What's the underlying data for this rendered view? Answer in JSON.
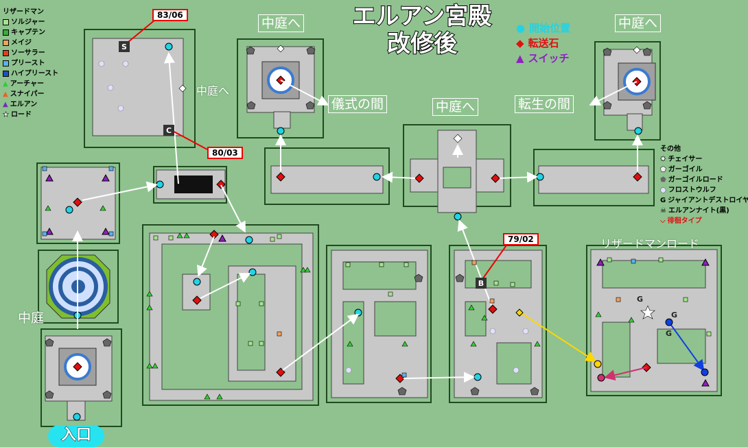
{
  "title": {
    "line1": "エルアン宮殿",
    "line2": "改修後"
  },
  "legend_main": [
    {
      "label": "リザードマン",
      "shape": "none",
      "color": ""
    },
    {
      "label": "ソルジャー",
      "shape": "square",
      "color": "#a6e38f"
    },
    {
      "label": "キャプテン",
      "shape": "square",
      "color": "#3faa3f"
    },
    {
      "label": "メイジ",
      "shape": "square",
      "color": "#f0a060"
    },
    {
      "label": "ソーサラー",
      "shape": "square",
      "color": "#e04020"
    },
    {
      "label": "プリースト",
      "shape": "square",
      "color": "#5ab0f0"
    },
    {
      "label": "ハイプリースト",
      "shape": "square",
      "color": "#2050c0"
    },
    {
      "label": "アーチャー",
      "shape": "triangle",
      "color": "#33cc33"
    },
    {
      "label": "スナイパー",
      "shape": "triangle",
      "color": "#f06020"
    },
    {
      "label": "エルアン",
      "shape": "triangle",
      "color": "#7030b0"
    },
    {
      "label": "ロード",
      "shape": "star",
      "color": "#ffffff"
    }
  ],
  "legend_other": {
    "heading": "その他",
    "items": [
      {
        "label": "チェイサー",
        "icon": "burst"
      },
      {
        "label": "ガーゴイル",
        "icon": "pentagon-light"
      },
      {
        "label": "ガーゴイルロード",
        "icon": "pentagon-dark"
      },
      {
        "label": "フロストウルフ",
        "icon": "circle-light"
      },
      {
        "label": "ジャイアントデストロイヤー",
        "icon": "G"
      },
      {
        "label": "エルアンナイト(黒)",
        "icon": "skull"
      },
      {
        "label": "徘徊タイプ",
        "icon": "wander"
      }
    ]
  },
  "key": [
    {
      "label": "開始位置",
      "color": "#22d3e6"
    },
    {
      "label": "転送石",
      "color": "#e01010"
    },
    {
      "label": "スイッチ",
      "color": "#9020c0"
    }
  ],
  "room_labels": {
    "chutei_he_1": "中庭へ",
    "chutei_he_2": "中庭へ",
    "chutei_he_3": "中庭へ",
    "chutei_he_4": "中庭へ",
    "gishiki": "儀式の間",
    "tensei": "転生の間",
    "chutei": "中庭",
    "lizard_lord": "リザードマンロード",
    "entrance": "入口"
  },
  "boss_tags": {
    "s_tag": "83/06",
    "c_tag": "80/03",
    "b_tag": "79/02"
  },
  "boss_letters": {
    "s": "S",
    "c": "C",
    "b": "B",
    "g": "G"
  },
  "colors": {
    "background": "#8fc28f",
    "floor": "#c8c8c8",
    "wall": "#555555",
    "start": "#22d3e6",
    "warp": "#e01010",
    "switch": "#9020c0"
  }
}
